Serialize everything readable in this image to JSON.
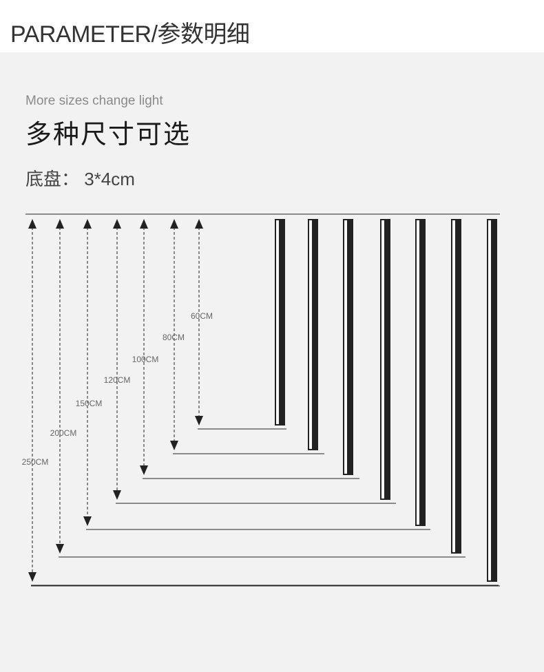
{
  "header": {
    "title": "PARAMETER/参数明细"
  },
  "intro": {
    "subtitle_en": "More sizes change light",
    "title_cn": "多种尺寸可选",
    "base": "底盘：  3*4cm"
  },
  "colors": {
    "panel_bg": "#f2f2f2",
    "lamp_body": "#222222",
    "lamp_light": "#ffffff",
    "line": "#222222",
    "label": "#666666"
  },
  "sizes": [
    {
      "label": "60CM",
      "length_cm": 60
    },
    {
      "label": "80CM",
      "length_cm": 80
    },
    {
      "label": "100CM",
      "length_cm": 100
    },
    {
      "label": "120CM",
      "length_cm": 120
    },
    {
      "label": "150CM",
      "length_cm": 150
    },
    {
      "label": "200CM",
      "length_cm": 200
    },
    {
      "label": "250CM",
      "length_cm": 250
    }
  ]
}
